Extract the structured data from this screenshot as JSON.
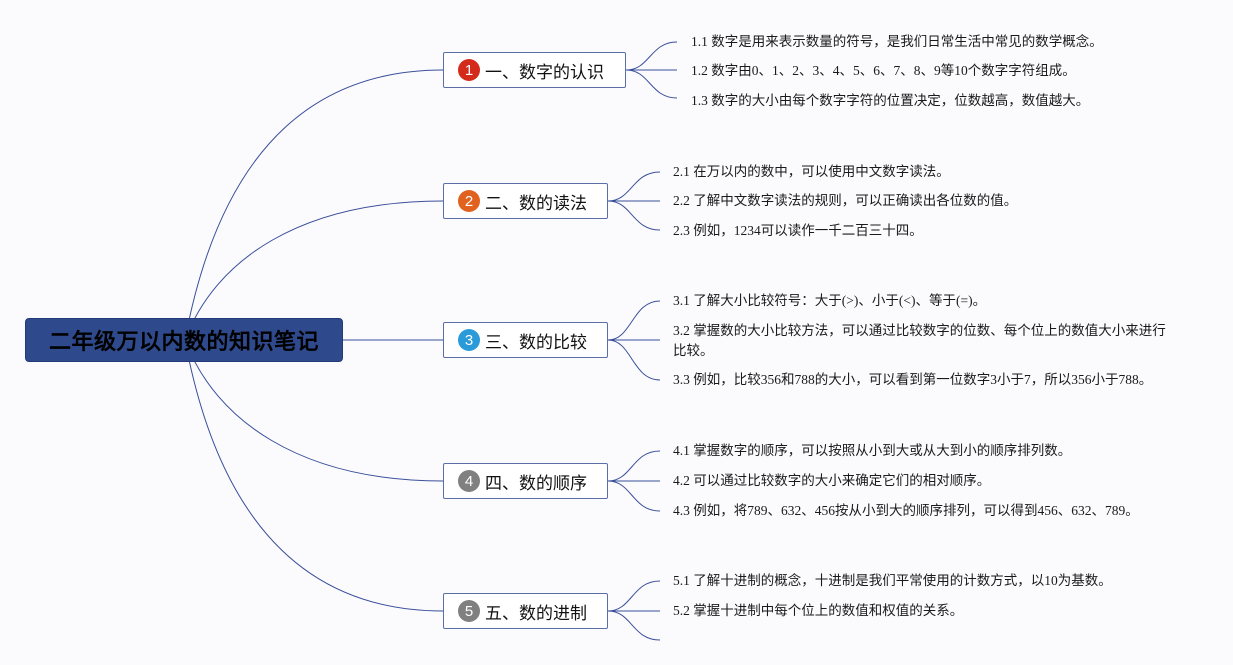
{
  "root": {
    "title": "二年级万以内数的知识笔记"
  },
  "colors": {
    "line": "#3a4f9a",
    "root_bg": "#2f4a8c",
    "badge_1": "#d42a1c",
    "badge_2": "#e0621e",
    "badge_3": "#2a9ad8",
    "badge_4": "#808080",
    "badge_5": "#808080"
  },
  "branches": [
    {
      "number": "1",
      "label": "一、数字的认识",
      "items": [
        "1.1 数字是用来表示数量的符号，是我们日常生活中常见的数学概念。",
        "1.2 数字由0、1、2、3、4、5、6、7、8、9等10个数字字符组成。",
        "1.3 数字的大小由每个数字字符的位置决定，位数越高，数值越大。"
      ]
    },
    {
      "number": "2",
      "label": "二、数的读法",
      "items": [
        "2.1 在万以内的数中，可以使用中文数字读法。",
        "2.2 了解中文数字读法的规则，可以正确读出各位数的值。",
        "2.3 例如，1234可以读作一千二百三十四。"
      ]
    },
    {
      "number": "3",
      "label": "三、数的比较",
      "items": [
        "3.1 了解大小比较符号：大于(>)、小于(<)、等于(=)。",
        "3.2 掌握数的大小比较方法，可以通过比较数字的位数、每个位上的数值大小来进行比较。",
        "3.3 例如，比较356和788的大小，可以看到第一位数字3小于7，所以356小于788。"
      ]
    },
    {
      "number": "4",
      "label": "四、数的顺序",
      "items": [
        "4.1 掌握数字的顺序，可以按照从小到大或从大到小的顺序排列数。",
        "4.2 可以通过比较数字的大小来确定它们的相对顺序。",
        "4.3 例如，将789、632、456按从小到大的顺序排列，可以得到456、632、789。"
      ]
    },
    {
      "number": "5",
      "label": "五、数的进制",
      "items": [
        "5.1 了解十进制的概念，十进制是我们平常使用的计数方式，以10为基数。",
        "5.2 掌握十进制中每个位上的数值和权值的关系。"
      ]
    }
  ]
}
